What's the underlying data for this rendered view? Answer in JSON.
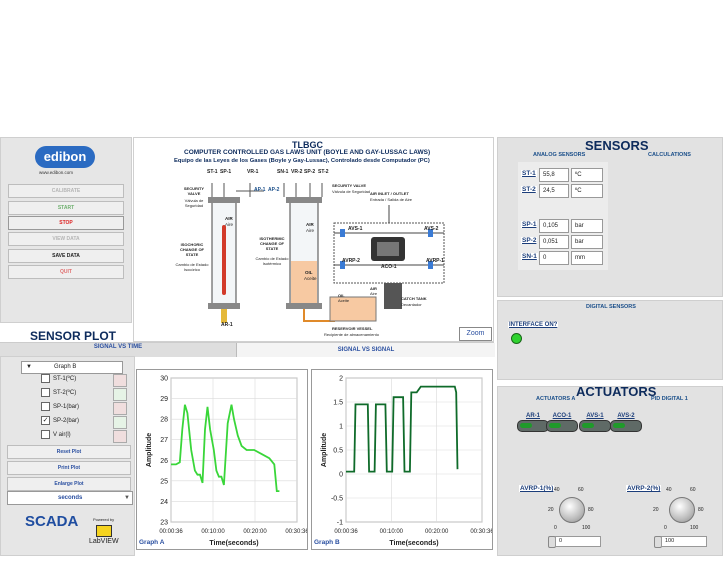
{
  "left_menu": {
    "logo_text": "edibon",
    "site": "www.edibon.com",
    "buttons": [
      "CALIBRATE",
      "START",
      "STOP",
      "VIEW DATA",
      "SAVE DATA",
      "QUIT"
    ]
  },
  "diagram": {
    "code": "TLBGC",
    "title": "COMPUTER CONTROLLED GAS LAWS UNIT (BOYLE AND GAY-LUSSAC LAWS)",
    "subtitle": "Equipo de las Leyes de los Gases (Boyle y Gay-Lussac), Controlado desde Computador (PC)",
    "zoom": "Zoom",
    "labels": {
      "st1": "ST-1",
      "sp1": "SP-1",
      "vr1": "VR-1",
      "ap1": "AP-1",
      "sn1": "SN-1",
      "vr2": "VR-2",
      "sp2": "SP-2",
      "st2": "ST-2",
      "ap2": "AP-2",
      "safety_valve": "SECURITY VALVE",
      "safety_valve_es": "Válvula de Seguridad",
      "air": "AIR",
      "air_es": "Aire",
      "isochoric": "ISOCHORIC CHANGE OF STATE",
      "isochoric_es": "Cambio de Estado Isocórico",
      "isothermic": "ISOTHERMIC CHANGE OF STATE",
      "isothermic_es": "Cambio de Estado Isotérmico",
      "oil": "OIL",
      "oil_es": "Aceite",
      "air_inlet": "AIR INLET / OUTLET",
      "air_inlet_es": "Entrada / Salida de Aire",
      "avs1": "AVS-1",
      "avs2": "AVS-2",
      "avrp2": "AVRP-2",
      "avrp1": "AVRP-1",
      "aco1": "ACO-1",
      "catch_tank": "CATCH TANK",
      "catch_tank_es": "Decantador",
      "reservoir": "RESERVOIR VESSEL",
      "reservoir_es": "Recipiente de almacenamiento",
      "ar1": "AR-1"
    }
  },
  "sensors": {
    "title": "SENSORS",
    "tabs": [
      "ANALOG SENSORS",
      "CALCULATIONS"
    ],
    "rows": [
      {
        "tag": "ST-1",
        "value": "55,8",
        "unit": "ºC"
      },
      {
        "tag": "ST-2",
        "value": "24,5",
        "unit": "ºC"
      },
      {
        "tag": "SP-1",
        "value": "0,105",
        "unit": "bar"
      },
      {
        "tag": "SP-2",
        "value": "0,051",
        "unit": "bar"
      },
      {
        "tag": "SN-1",
        "value": "0",
        "unit": "mm"
      }
    ]
  },
  "digital": {
    "title": "DIGITAL SENSORS",
    "interface": "INTERFACE ON?"
  },
  "actuators": {
    "title": "ACTUATORS",
    "tabs": [
      "ACTUATORS A",
      "PID DIGITAL 1"
    ],
    "buttons": [
      "AR-1",
      "ACO-1",
      "AVS-1",
      "AVS-2"
    ],
    "knob1": {
      "label": "AVRP-1(%)",
      "value": "0",
      "ticks": [
        "0",
        "20",
        "40",
        "60",
        "80",
        "100"
      ]
    },
    "knob2": {
      "label": "AVRP-2(%)",
      "value": "100",
      "ticks": [
        "0",
        "20",
        "40",
        "60",
        "80",
        "100"
      ]
    }
  },
  "plot": {
    "title": "SENSOR PLOT",
    "tab1": "SIGNAL VS TIME",
    "tab2": "SIGNAL VS SIGNAL",
    "graph_select": "Graph B",
    "channels": [
      {
        "name": "ST-1(ºC)",
        "checked": false
      },
      {
        "name": "ST-2(ºC)",
        "checked": false
      },
      {
        "name": "SP-1(bar)",
        "checked": false
      },
      {
        "name": "SP-2(bar)",
        "checked": true
      },
      {
        "name": "V air(l)",
        "checked": false
      }
    ],
    "buttons": [
      "Reset Plot",
      "Print Plot",
      "Enlarge Plot"
    ],
    "units_select": "seconds",
    "scada": "SCADA",
    "powered": "Powered by",
    "labview": "LabVIEW"
  },
  "chart_data": [
    {
      "type": "line",
      "title": "Graph A",
      "xlabel": "Time(seconds)",
      "ylabel": "Amplitude",
      "ylim": [
        23,
        30
      ],
      "yticks": [
        "23",
        "24",
        "25",
        "26",
        "27",
        "28",
        "29",
        "30"
      ],
      "xticks": [
        "00:00:36",
        "00:10:00",
        "00:20:00",
        "00:30:36"
      ],
      "color": "#39d639",
      "series": [
        {
          "values": [
            [
              0,
              25.8
            ],
            [
              0.04,
              25.8
            ],
            [
              0.07,
              25.9
            ],
            [
              0.09,
              27.5
            ],
            [
              0.11,
              28.7
            ],
            [
              0.13,
              28.3
            ],
            [
              0.16,
              26.5
            ],
            [
              0.19,
              25.5
            ],
            [
              0.21,
              25.3
            ],
            [
              0.23,
              25.3
            ],
            [
              0.25,
              24.9
            ],
            [
              0.27,
              27.5
            ],
            [
              0.29,
              28.6
            ],
            [
              0.31,
              27.5
            ],
            [
              0.34,
              26.5
            ],
            [
              0.36,
              25.5
            ],
            [
              0.38,
              25.2
            ],
            [
              0.4,
              25.2
            ],
            [
              0.42,
              24.8
            ],
            [
              0.45,
              27.8
            ],
            [
              0.48,
              28.7
            ],
            [
              0.5,
              28.0
            ],
            [
              0.53,
              27.2
            ],
            [
              0.56,
              26.7
            ],
            [
              0.6,
              26.5
            ],
            [
              0.66,
              26.5
            ],
            [
              0.72,
              26.3
            ],
            [
              0.78,
              26.1
            ],
            [
              0.82,
              25.8
            ],
            [
              0.84,
              24.5
            ],
            [
              0.86,
              24.5
            ]
          ]
        }
      ]
    },
    {
      "type": "line",
      "title": "Graph B",
      "xlabel": "Time(seconds)",
      "ylabel": "Amplitude",
      "ylim": [
        -1,
        2
      ],
      "yticks": [
        "-1",
        "-0.5",
        "0",
        "0.5",
        "1",
        "1.5",
        "2"
      ],
      "xticks": [
        "00:00:36",
        "00:10:00",
        "00:20:00",
        "00:30:36"
      ],
      "color": "#0f6b2a",
      "series": [
        {
          "values": [
            [
              0,
              0.05
            ],
            [
              0.06,
              0.05
            ],
            [
              0.07,
              1.45
            ],
            [
              0.16,
              1.45
            ],
            [
              0.17,
              0.05
            ],
            [
              0.21,
              0.05
            ],
            [
              0.22,
              1.45
            ],
            [
              0.29,
              1.45
            ],
            [
              0.3,
              0.05
            ],
            [
              0.34,
              0.05
            ],
            [
              0.35,
              1.6
            ],
            [
              0.42,
              1.6
            ],
            [
              0.43,
              0.05
            ],
            [
              0.47,
              0.05
            ],
            [
              0.48,
              1.7
            ],
            [
              0.52,
              1.7
            ],
            [
              0.55,
              1.82
            ],
            [
              0.8,
              1.82
            ],
            [
              0.81,
              1.7
            ],
            [
              0.82,
              0.1
            ]
          ]
        }
      ]
    }
  ]
}
